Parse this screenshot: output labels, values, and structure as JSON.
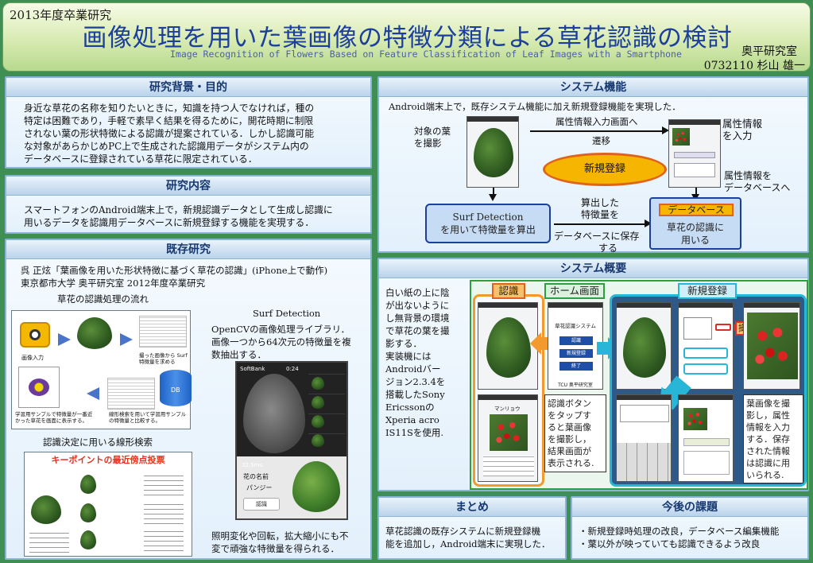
{
  "header": {
    "year": "2013年度卒業研究",
    "title": "画像処理を用いた葉画像の特徴分類による草花認識の検討",
    "subtitle": "Image Recognition of Flowers Based on Feature Classification of Leaf Images with a Smartphone",
    "lab": "奥平研究室",
    "author": "0732110 杉山 雄一"
  },
  "background": {
    "title": "研究背景・目的",
    "lines": [
      "身近な草花の名称を知りたいときに，知識を持つ人でなければ，種の",
      "特定は困難であり，手軽で素早く結果を得るために，開花時期に制限",
      "されない葉の形状特徴による認識が提案されている．しかし認識可能",
      "な対象があらかじめPC上で生成された認識用データがシステム内の",
      "データベースに登録されている草花に限定されている．"
    ]
  },
  "content": {
    "title": "研究内容",
    "lines": [
      "スマートフォンのAndroid端末上で，新規認識データとして生成し認識に",
      "用いるデータを認識用データベースに新規登録する機能を実現する．"
    ]
  },
  "existing": {
    "title": "既存研究",
    "ref_line1": "呉 正炫「葉画像を用いた形状特徴に基づく草花の認識」(iPhone上で動作)",
    "ref_line2": "東京都市大学 奥平研究室 2012年度卒業研究",
    "flow_caption": "草花の認識処理の流れ",
    "flow_input": "画像入力",
    "flow_surf": "撮った画像から Surf特徴量を求める",
    "flow_db": "DB",
    "flow_sample": "学習用サンプルで特徴量が一番近かった草花を画面に表示する。",
    "flow_search": "線形検索を用いて学習用サンプルの特徴量と比較する。",
    "search_caption": "認識決定に用いる線形検索",
    "search_banner": "キーポイントの最近傍点投票",
    "surf_title": "Surf Detection",
    "surf_lines": [
      "OpenCVの画像処理ライブラリ．",
      "画像一つから64次元の特徴量を複",
      "数抽出する．"
    ],
    "phone_status": "SoftBank",
    "phone_time": "0:24",
    "phone_time_ms": "32.5ms",
    "phone_name_label": "花の名前",
    "phone_name": "パンジー",
    "phone_button": "認識",
    "robust_lines": [
      "照明変化や回転，拡大縮小にも不",
      "変で頑強な特徴量を得られる．"
    ]
  },
  "system_function": {
    "title": "システム機能",
    "intro": "Android端末上で，既存システム機能に加え新規登録機能を実現した．",
    "target_label_1": "対象の葉",
    "target_label_2": "を撮影",
    "transition_1": "属性情報入力画面へ",
    "transition_2": "遷移",
    "attr_input_1": "属性情報",
    "attr_input_2": "を入力",
    "new_reg": "新規登録",
    "attr_db_1": "属性情報を",
    "attr_db_2": "データベースへ",
    "surf_1": "Surf Detection",
    "surf_2": "を用いて特徴量を算出",
    "calc_1": "算出した",
    "calc_2": "特徴量を",
    "save_1": "データベースに保存",
    "save_2": "する",
    "db_label": "データベース",
    "db_use_1": "草花の認識に",
    "db_use_2": "用いる"
  },
  "system_overview": {
    "title": "システム概要",
    "desc_lines": [
      "白い紙の上に陰",
      "が出ないように",
      "し無背景の環境",
      "で草花の葉を撮",
      "影する．",
      "実装機には",
      "Androidバー",
      "ジョン2.3.4を",
      "搭載したSony",
      "Ericssonの",
      "Xperia acro",
      "IS11Sを使用."
    ],
    "tab_recognize": "認識",
    "tab_home": "ホーム画面",
    "tab_register": "新規登録",
    "home_title": "草花認識システム",
    "home_btn1": "認識",
    "home_btn2": "新規登録",
    "home_btn3": "終了",
    "home_footer": "TCU 奥平研究室",
    "shoot_label": "撮影",
    "result_name": "マンリョウ",
    "recog_note": [
      "認識ボタン",
      "をタップす",
      "ると葉画像",
      "を撮影し，",
      "結果画面が",
      "表示される."
    ],
    "register_note": [
      "葉画像を撮",
      "影し，属性",
      "情報を入力",
      "する．保存",
      "された情報",
      "は認識に用",
      "いられる."
    ]
  },
  "summary": {
    "title": "まとめ",
    "lines": [
      "草花認識の既存システムに新規登録機",
      "能を追加し，Android端末に実現した．"
    ]
  },
  "future": {
    "title": "今後の課題",
    "items": [
      "・新規登録時処理の改良，データベース編集機能",
      "・葉以外が映っていても認識できるよう改良"
    ]
  },
  "colors": {
    "title_blue": "#1b3f9a",
    "orange": "#f29a2e",
    "cyan": "#27b6d8",
    "green_frame": "#2f9e3f",
    "red_button": "#d93025"
  }
}
